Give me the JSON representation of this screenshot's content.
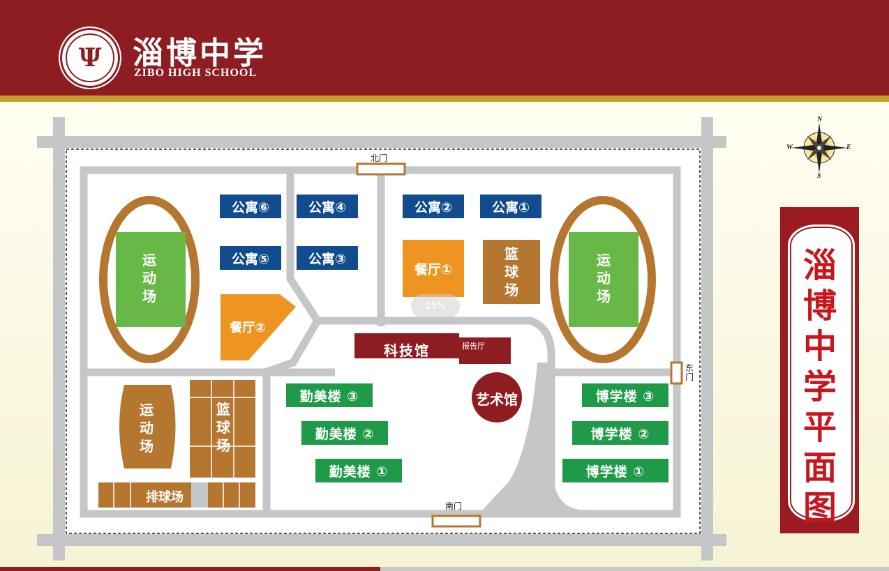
{
  "header": {
    "logo_text": "淄博中学",
    "school_name_cn": "淄博中学",
    "school_name_en": "ZIBO HIGH SCHOOL"
  },
  "title": "淄博中学平面图",
  "compass": {
    "n": "N",
    "s": "S",
    "e": "E",
    "w": "W"
  },
  "gates": {
    "north": "北门",
    "south": "南门",
    "east": "东门"
  },
  "apartments": [
    "公寓⑥",
    "公寓④",
    "公寓②",
    "公寓①",
    "公寓⑤",
    "公寓③"
  ],
  "canteens": {
    "c1": "餐厅①",
    "c2": "餐厅②"
  },
  "basketball": "篮球场",
  "sports_field": "运动场",
  "volleyball": "排球场",
  "science_hall": "科技馆",
  "lecture_hall": "报告厅",
  "art_hall": "艺术馆",
  "qinmei": [
    "勤美楼 ③",
    "勤美楼 ②",
    "勤美楼 ①"
  ],
  "boxue": [
    "博学楼 ③",
    "博学楼 ②",
    "博学楼 ①"
  ],
  "zoom_badge": "25%",
  "colors": {
    "header": "#8e1d22",
    "road": "#c5c6c8",
    "track": "#b5762f",
    "field": "#67b846",
    "apartment": "#104c8e",
    "canteen": "#ee9521",
    "teaching": "#1f9a48",
    "hall": "#8e1d22"
  }
}
